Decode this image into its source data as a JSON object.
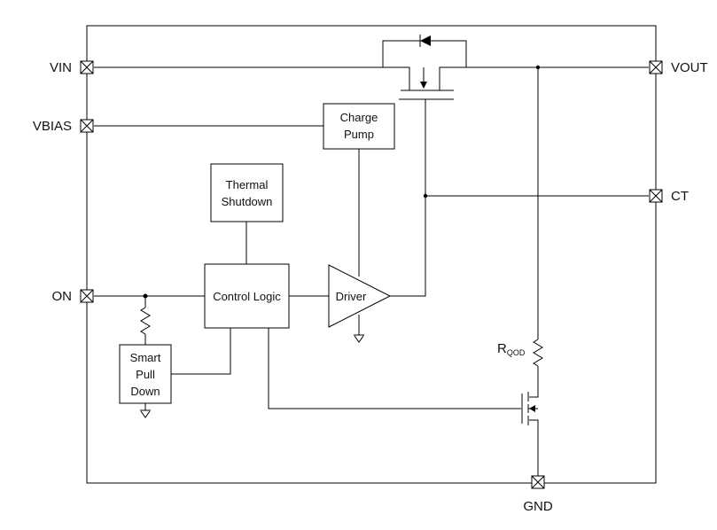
{
  "pins": {
    "vin": "VIN",
    "vbias": "VBIAS",
    "on": "ON",
    "vout": "VOUT",
    "ct": "CT",
    "gnd": "GND"
  },
  "blocks": {
    "charge_pump": [
      "Charge",
      "Pump"
    ],
    "thermal_shutdown": [
      "Thermal",
      "Shutdown"
    ],
    "control_logic": "Control Logic",
    "driver": "Driver",
    "smart_pull_down": [
      "Smart",
      "Pull",
      "Down"
    ]
  },
  "resistor_rqod": {
    "main": "R",
    "subscript": "QOD"
  }
}
